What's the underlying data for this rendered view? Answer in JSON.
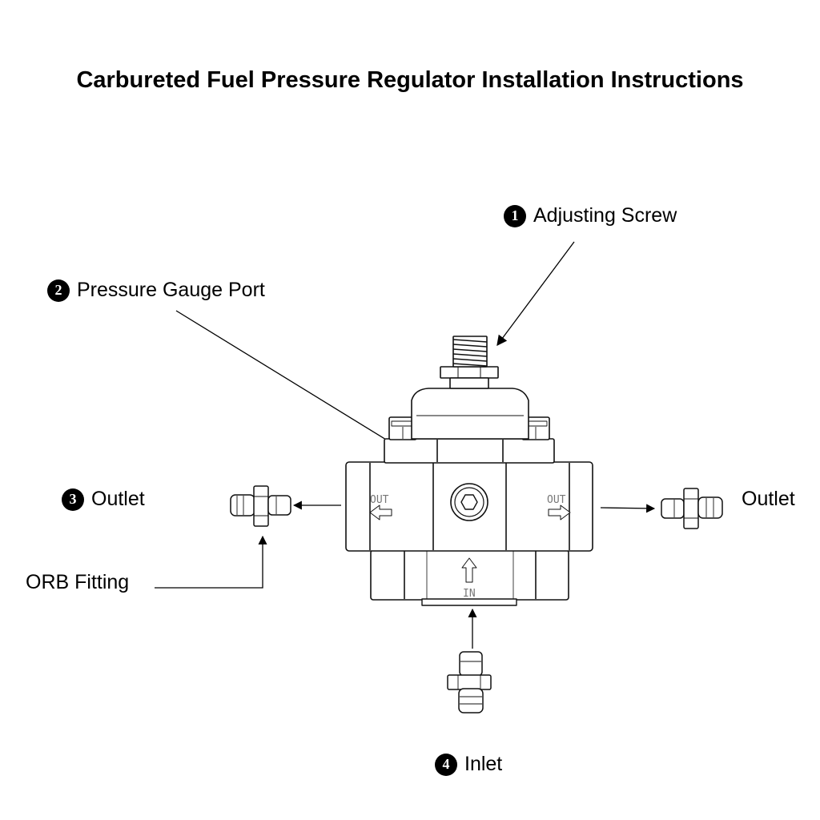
{
  "title": "Carbureted Fuel Pressure Regulator Installation Instructions",
  "callouts": {
    "adjusting_screw": {
      "number": "1",
      "text": "Adjusting Screw"
    },
    "pressure_gauge_port": {
      "number": "2",
      "text": "Pressure Gauge Port"
    },
    "outlet_left": {
      "number": "3",
      "text": "Outlet"
    },
    "outlet_right": {
      "text": "Outlet"
    },
    "orb_fitting": {
      "text": "ORB Fitting"
    },
    "inlet": {
      "number": "4",
      "text": "Inlet"
    }
  },
  "body_markings": {
    "out_left": "OUT",
    "out_right": "OUT",
    "in": "IN"
  }
}
